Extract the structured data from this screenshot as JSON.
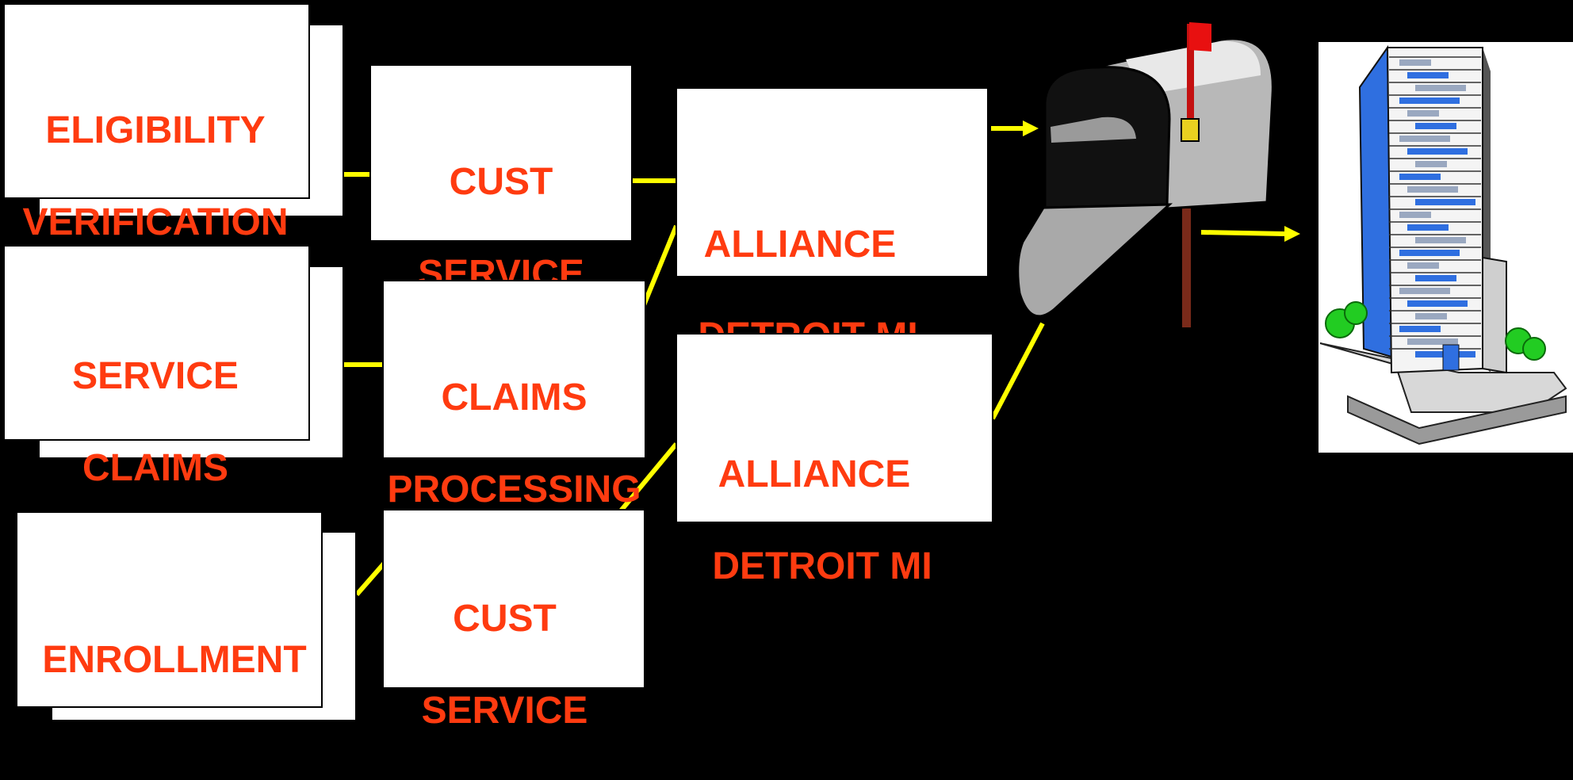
{
  "diagram": {
    "source_forms": [
      {
        "id": "eligibility",
        "lines": [
          "ELIGIBILITY",
          "VERIFICATION"
        ]
      },
      {
        "id": "claims",
        "lines": [
          "SERVICE",
          "CLAIMS"
        ]
      },
      {
        "id": "enrollment",
        "lines": [
          "ENROLLMENT"
        ]
      }
    ],
    "departments": [
      {
        "id": "cust-service-1",
        "lines": [
          "CUST",
          "SERVICE"
        ]
      },
      {
        "id": "claims-processing",
        "lines": [
          "CLAIMS",
          "PROCESSING"
        ]
      },
      {
        "id": "cust-service-2",
        "lines": [
          "CUST",
          "SERVICE"
        ]
      }
    ],
    "envelopes": [
      {
        "id": "envelope-1",
        "lines": [
          "ALLIANCE",
          "DETROIT MI"
        ]
      },
      {
        "id": "envelope-2",
        "lines": [
          "ALLIANCE",
          "DETROIT MI"
        ]
      }
    ],
    "icons": {
      "mailbox": "mailbox-icon",
      "building": "office-building-icon",
      "stamp": "stamp-icon",
      "postmark": "postmark-icon"
    },
    "colors": {
      "background": "#000000",
      "text": "#ff3b10",
      "connector": "#ffff00",
      "stamp": "#e81010",
      "postmark": "#33ccdd",
      "mailbox_body": "#b8b8b8",
      "building_glass": "#2f6fe0"
    }
  }
}
